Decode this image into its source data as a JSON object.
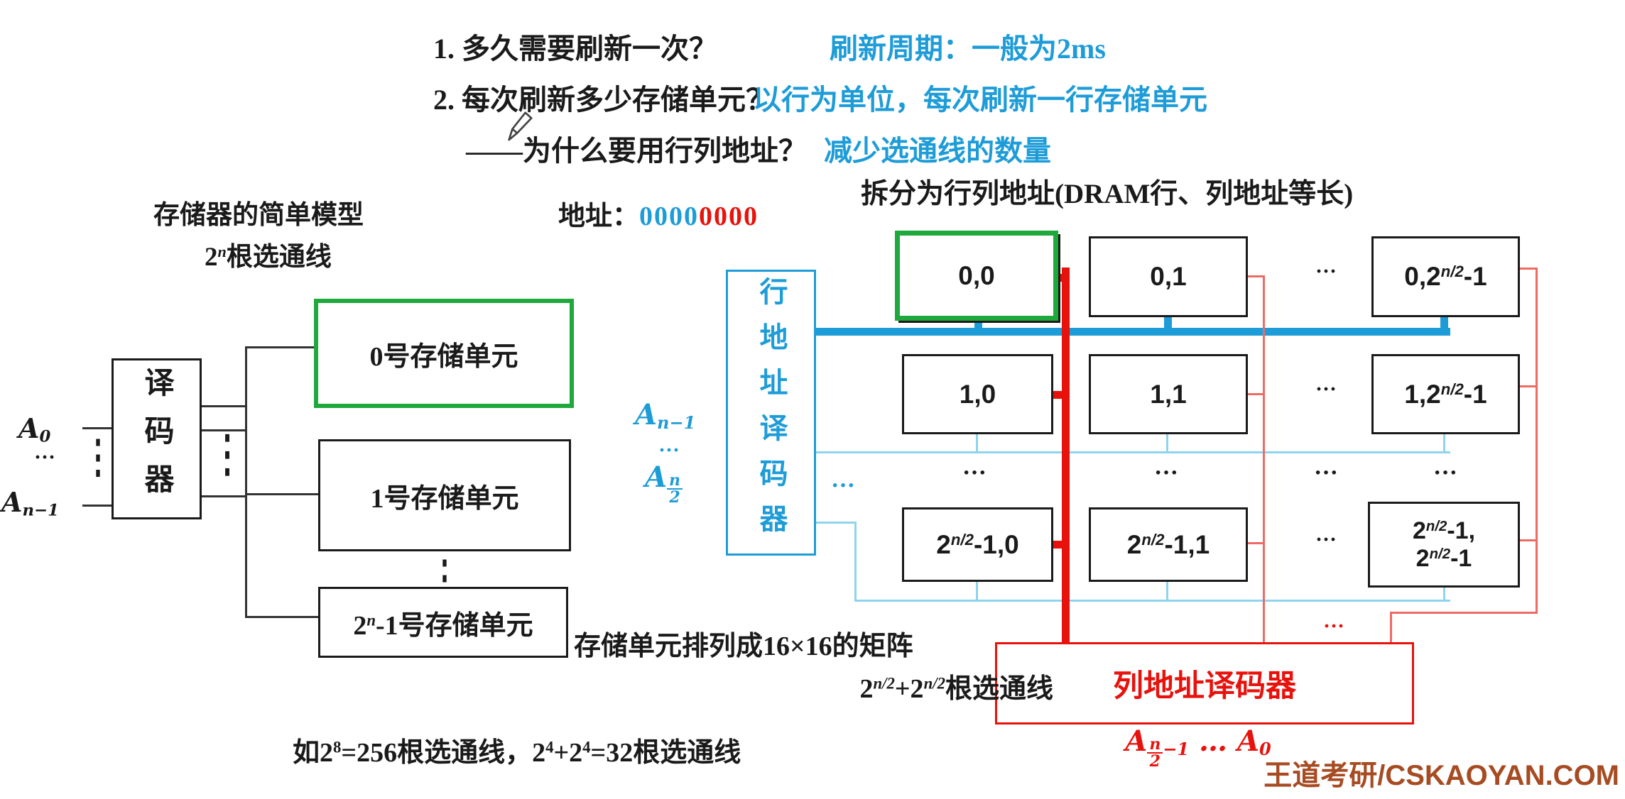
{
  "colors": {
    "blue": "#1E9CD8",
    "lightblue": "#8FD4EE",
    "red": "#E8120C",
    "lightred": "#EE6A64",
    "green": "#1FA83C",
    "maroon": "#A64B22",
    "black": "#1a1a1a"
  },
  "notes": {
    "q1": "1. 多久需要刷新一次？",
    "q1_answer": "刷新周期：一般为2ms",
    "q2": "2. 每次刷新多少存储单元？",
    "q2_answer": "以行为单位，每次刷新一行存储单元",
    "q3": "——为什么要用行列地址？",
    "q3_answer": "减少选通线的数量"
  },
  "address": {
    "label": "地址：",
    "row_bits": "0000",
    "col_bits": "0000"
  },
  "left_model": {
    "title": "存储器的简单模型",
    "select_lines": [
      {
        "t": "2"
      },
      {
        "t": "n",
        "s": "sup",
        "i": 1
      },
      {
        "t": "根选通线"
      }
    ],
    "decoder": "译码器",
    "input_top": [
      {
        "t": "A",
        "i": 1
      },
      {
        "t": "0",
        "s": "sub"
      }
    ],
    "input_dots": "···",
    "input_bottom": [
      {
        "t": "A",
        "i": 1
      },
      {
        "t": "n−1",
        "s": "sub",
        "i": 1
      }
    ],
    "vdots": "⋮",
    "cells": [
      {
        "label": [
          {
            "t": "0号存储单元"
          }
        ]
      },
      {
        "label": [
          {
            "t": "1号存储单元"
          }
        ]
      },
      {
        "label": [
          {
            "t": "2"
          },
          {
            "t": "n",
            "s": "sup",
            "i": 1
          },
          {
            "t": "-1号存储单元"
          }
        ]
      }
    ]
  },
  "right_model": {
    "title": "拆分为行列地址(DRAM行、列地址等长)",
    "row_decoder": "行地址译码器",
    "row_bits_top": [
      {
        "t": "A",
        "i": 1
      },
      {
        "t": "n−1",
        "s": "sub",
        "i": 1
      }
    ],
    "row_bits_dots": "···",
    "row_bits_bottom": [
      {
        "t": "A",
        "i": 1
      },
      {
        "s": "frac",
        "num": "n",
        "den": "2",
        "i": 1
      }
    ],
    "blue_dots": "···",
    "red_dots": "···",
    "matrix": {
      "hdots": "···",
      "row0": [
        [
          {
            "t": "0,0"
          }
        ],
        [
          {
            "t": "0,1"
          }
        ],
        [
          {
            "t": "0,2"
          },
          {
            "t": "n/2",
            "s": "sup",
            "i": 1
          },
          {
            "t": "-1"
          }
        ]
      ],
      "row1": [
        [
          {
            "t": "1,0"
          }
        ],
        [
          {
            "t": "1,1"
          }
        ],
        [
          {
            "t": "1,2"
          },
          {
            "t": "n/2",
            "s": "sup",
            "i": 1
          },
          {
            "t": "-1"
          }
        ]
      ],
      "row_last": [
        [
          {
            "t": "2"
          },
          {
            "t": "n/2",
            "s": "sup",
            "i": 1
          },
          {
            "t": "-1,0"
          }
        ],
        [
          {
            "t": "2"
          },
          {
            "t": "n/2",
            "s": "sup",
            "i": 1
          },
          {
            "t": "-1,1"
          }
        ],
        [
          [
            {
              "t": "2"
            },
            {
              "t": "n/2",
              "s": "sup",
              "i": 1
            },
            {
              "t": "-1,"
            }
          ],
          [
            {
              "t": "2"
            },
            {
              "t": "n/2",
              "s": "sup",
              "i": 1
            },
            {
              "t": "-1"
            }
          ]
        ]
      ]
    },
    "col_decoder": "列地址译码器",
    "col_bits": [
      {
        "t": "A",
        "i": 1
      },
      {
        "s": "frac",
        "num": "n",
        "den": "2",
        "i": 1
      },
      {
        "t": "−1",
        "s": "sub",
        "i": 1
      },
      {
        "t": " … "
      },
      {
        "t": "A",
        "i": 1
      },
      {
        "t": "0",
        "s": "sub"
      }
    ],
    "note_matrix": "存储单元排列成16×16的矩阵",
    "note_lines": [
      {
        "t": "2"
      },
      {
        "t": "n/2",
        "s": "sup",
        "i": 1
      },
      {
        "t": "+2"
      },
      {
        "t": "n/2",
        "s": "sup",
        "i": 1
      },
      {
        "t": "根选通线"
      }
    ]
  },
  "example": [
    {
      "t": "如2"
    },
    {
      "t": "8",
      "s": "sup"
    },
    {
      "t": "=256根选通线，2"
    },
    {
      "t": "4",
      "s": "sup"
    },
    {
      "t": "+2"
    },
    {
      "t": "4",
      "s": "sup"
    },
    {
      "t": "=32根选通线"
    }
  ],
  "watermark": "王道考研/CSKAOYAN.COM"
}
